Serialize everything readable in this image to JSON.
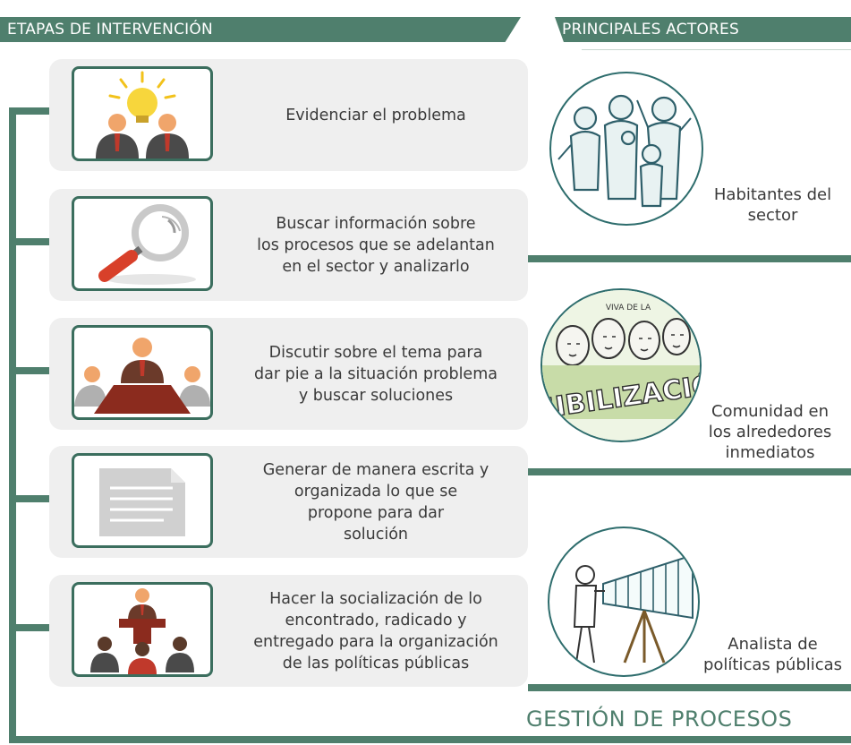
{
  "header": {
    "stages_title": "ETAPAS DE INTERVENCIÓN",
    "actors_title": "PRINCIPALES ACTORES"
  },
  "stages": [
    {
      "text": "Evidenciar el problema",
      "icon": "idea-lightbulb-icon"
    },
    {
      "text": "Buscar información sobre\nlos procesos que se adelantan\nen el sector y analizarlo",
      "icon": "magnifier-icon"
    },
    {
      "text": "Discutir sobre el tema para\ndar pie a la situación problema\ny buscar soluciones",
      "icon": "meeting-table-icon"
    },
    {
      "text": "Generar de manera escrita y\norganizada lo que se\npropone para dar\nsolución",
      "icon": "document-icon"
    },
    {
      "text": "Hacer la socialización de lo\nencontrado, radicado y\nentregado para la organización\nde las políticas públicas",
      "icon": "speaker-audience-icon"
    }
  ],
  "actors": [
    {
      "label": "Habitantes del\nsector",
      "icon": "family-sketch-icon"
    },
    {
      "label": "Comunidad en\nlos alrededores\ninmediatos",
      "icon": "visibilizacion-sketch-icon",
      "image_text": "VISIBILIZACIÓN"
    },
    {
      "label": "Analista de\npolíticas públicas",
      "icon": "telescope-sketch-icon"
    }
  ],
  "footer": {
    "title": "GESTIÓN DE PROCESOS"
  },
  "colors": {
    "accent": "#4f7f6d",
    "panel": "#efefef",
    "border": "#3b6e5e",
    "text": "#3a3a3a"
  }
}
